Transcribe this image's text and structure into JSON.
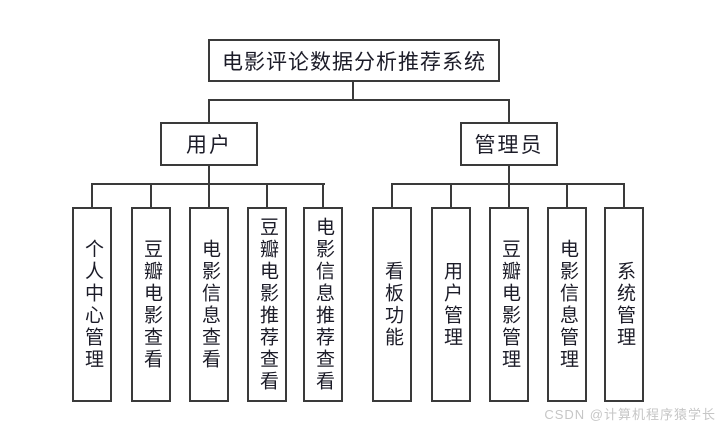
{
  "diagram": {
    "title": "电影评论数据分析推荐系统",
    "branches": [
      {
        "label": "用户",
        "children": [
          "个人中心管理",
          "豆瓣电影查看",
          "电影信息查看",
          "豆瓣电影推荐查看",
          "电影信息推荐查看"
        ]
      },
      {
        "label": "管理员",
        "children": [
          "看板功能",
          "用户管理",
          "豆瓣电影管理",
          "电影信息管理",
          "系统管理"
        ]
      }
    ]
  },
  "watermark": "CSDN @计算机程序猿学长",
  "colors": {
    "line": "#3a3a3a",
    "text": "#1c1c28",
    "watermark": "#c6c6c6",
    "background": "#ffffff"
  }
}
